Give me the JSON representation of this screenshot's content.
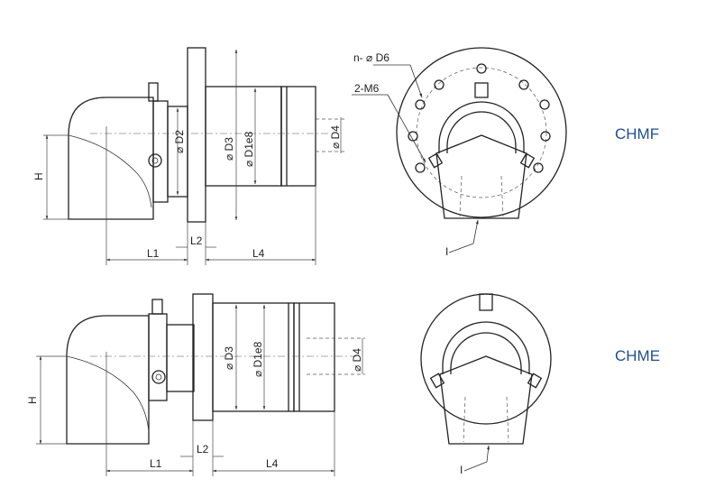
{
  "labels": {
    "d2": "⌀ D2",
    "d3": "⌀ D3",
    "d1e8": "⌀ D1e8",
    "d4": "⌀ D4",
    "h": "H",
    "l1": "L1",
    "l2": "L2",
    "l4": "L4",
    "n_d6": "n- ⌀ D6",
    "m6": "2-M6",
    "i": "I"
  },
  "models": {
    "top": "CHMF",
    "bottom": "CHME"
  }
}
